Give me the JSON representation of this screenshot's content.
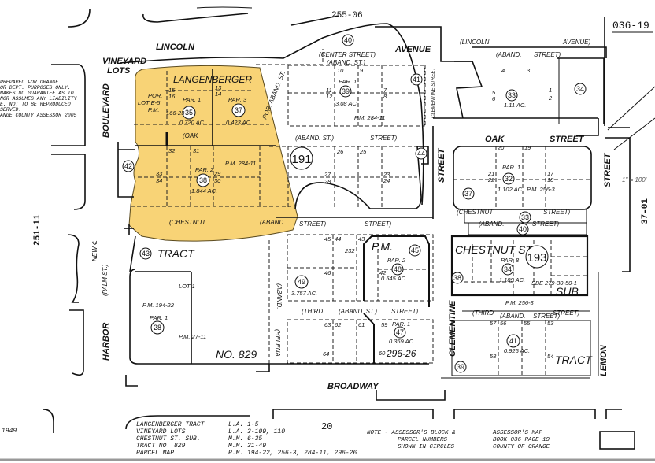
{
  "header": {
    "page_number": "036-19",
    "adjacent_map_top": "255-06",
    "adjacent_map_left": "251-11",
    "adjacent_map_right": "37-01",
    "bottom_center_number": "20"
  },
  "disclaimer": [
    "PREPARED FOR ORANGE",
    "OR DEPT. PURPOSES ONLY.",
    "MAKES NO GUARANTEE AS TO",
    "NOR ASSUMES ANY LIABILITY",
    "E.  NOT TO BE REPRODUCED.",
    "SERVED.",
    "ANGE COUNTY ASSESSOR 2005"
  ],
  "streets": {
    "lincoln": "LINCOLN",
    "avenue": "AVENUE",
    "lincoln_old": "(LINCOLN",
    "avenue_old": "AVENUE)",
    "boulevard": "BOULEVARD",
    "harbor": "HARBOR",
    "palm": "(PALM ST.)",
    "new_cl": "NEW ℄",
    "oak": "OAK",
    "street": "STREET",
    "oak_old": "(OAK",
    "chestnut_old": "(CHESTNUT",
    "street_close": "STREET)",
    "aband": "(ABAND.",
    "aband_st": "(ABAND. ST.)",
    "third": "(THIRD",
    "helena": "(HELENA",
    "center": "(CENTER STREET)",
    "clementine": "CLEMENTINE",
    "clementine_old": "CLEMENTINE STREET",
    "lemon": "LEMON",
    "broadway": "BROADWAY",
    "por_aband": "POR. ABAND. ST."
  },
  "tracts": {
    "vineyard": "VINEYARD",
    "lots": "LOTS",
    "langenberger": "LANGENBERGER",
    "tract": "TRACT",
    "no829": "NO. 829",
    "chestnut_st": "CHESTNUT ST.",
    "sub": "SUB.",
    "pm": "P.M."
  },
  "blocks": [
    "191",
    "193"
  ],
  "parcels": {
    "p35": {
      "num": "35",
      "par": "PAR. 1",
      "area": "0.720 AC.",
      "ref": "166-23",
      "por": "POR.",
      "lot": "LOT E-5",
      "pm": "P.M."
    },
    "p37": {
      "num": "37",
      "par": "PAR. 3",
      "area": "0.423 AC."
    },
    "p38": {
      "num": "38",
      "par": "PAR. 2",
      "area": "1.844 AC.",
      "ref": "P.M. 284-11"
    },
    "p39": {
      "num": "39",
      "par": "PAR. 1",
      "area": "3.08 AC.",
      "ref": "P.M. 284-11"
    },
    "p40": {
      "num": "40"
    },
    "p41": {
      "num": "41"
    },
    "p42": {
      "num": "42"
    },
    "p43": {
      "num": "43"
    },
    "p44": {
      "num": "44"
    },
    "p45": {
      "num": "45"
    },
    "p48": {
      "num": "48",
      "par": "PAR. 2",
      "area": "0.545 AC."
    },
    "p47": {
      "num": "47",
      "par": "PAR. 1",
      "area": "0.369 AC.",
      "ref": "296-26"
    },
    "p49": {
      "num": "49",
      "area": "3.757 AC.",
      "ref": "232"
    },
    "p28": {
      "num": "28",
      "par": "PAR. 1",
      "lot": "LOT 1",
      "ref1": "P.M. 194-22",
      "ref2": "P.M. 27-11"
    },
    "p32": {
      "num": "32",
      "par": "PAR. 1",
      "area": "1.102 AC.",
      "ref": "P.M. 256-3"
    },
    "p33a": {
      "num": "33",
      "area": "1.11 AC."
    },
    "p34a": {
      "num": "34"
    },
    "p37b": {
      "num": "37"
    },
    "p33b": {
      "num": "33"
    },
    "p40b": {
      "num": "40"
    },
    "p34b": {
      "num": "34",
      "par": "PAR. 8",
      "area": "1.189 AC."
    },
    "p38b": {
      "num": "38"
    },
    "p41b": {
      "num": "41",
      "area": "0.925 AC."
    },
    "p39b": {
      "num": "39"
    },
    "sbe": "SBE  279-30-50-1",
    "pm2563": "P.M. 256-3"
  },
  "lot_numbers": [
    "15",
    "16",
    "13",
    "14",
    "32",
    "31",
    "29",
    "30",
    "33",
    "34",
    "10",
    "9",
    "11",
    "12",
    "7",
    "8",
    "26",
    "25",
    "27",
    "28",
    "23",
    "24",
    "45",
    "44",
    "43",
    "46",
    "42",
    "63",
    "62",
    "61",
    "64",
    "59",
    "60",
    "20",
    "19",
    "21",
    "22",
    "17",
    "18",
    "5",
    "6",
    "4",
    "3",
    "1",
    "2",
    "57",
    "56",
    "55",
    "53",
    "58",
    "54"
  ],
  "scale": "1\" = 100'",
  "legend": {
    "names": [
      "LANGENBERGER TRACT",
      "VINEYARD LOTS",
      "CHESTNUT ST. SUB.",
      "TRACT NO. 829",
      "PARCEL MAP"
    ],
    "refs": [
      "L.A. 1-5",
      "L.A. 3-109, 110",
      "M.M. 6-35",
      "M.M. 31-49",
      "P.M. 194-22, 256-3, 284-11, 296-26"
    ],
    "year": "1949",
    "note": [
      "NOTE - ASSESSOR'S BLOCK &",
      "PARCEL NUMBERS",
      "SHOWN IN CIRCLES"
    ],
    "book": [
      "ASSESSOR'S MAP",
      "BOOK 036 PAGE 19",
      "COUNTY OF ORANGE"
    ]
  },
  "colors": {
    "highlight": "#f7cd63",
    "ink": "#111111",
    "paper": "#ffffff"
  }
}
